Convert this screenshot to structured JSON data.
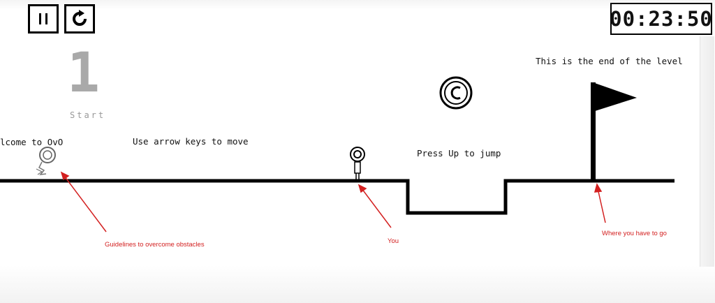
{
  "controls": {
    "pause_icon": "pause-icon",
    "restart_icon": "restart-icon"
  },
  "hud": {
    "timer": "00:23:50"
  },
  "level": {
    "number": "1",
    "subtitle": "Start"
  },
  "hints": {
    "welcome": "lcome to OvO",
    "move": "Use arrow keys to move",
    "jump": "Press Up to jump",
    "end": "This is the end of the level"
  },
  "annotations": {
    "guidelines": "Guidelines to overcome obstacles",
    "you": "You",
    "goal": "Where you have to go"
  },
  "colors": {
    "annotation": "#d32020",
    "ink": "#000000",
    "level_number": "#a9a9a9"
  }
}
